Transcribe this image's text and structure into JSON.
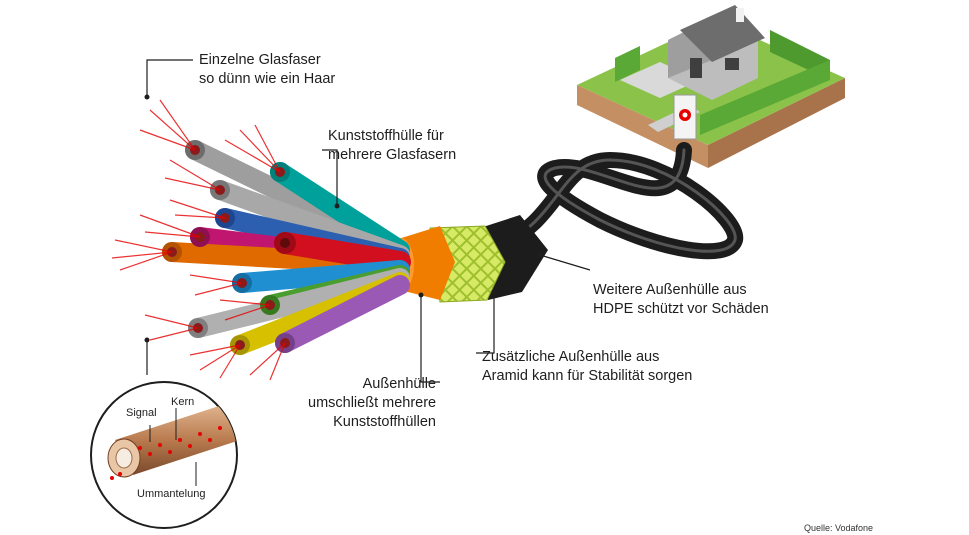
{
  "labels": {
    "glasfaser": {
      "line1": "Einzelne Glasfaser",
      "line2": "so dünn wie ein Haar"
    },
    "kunststoffhuelle": {
      "line1": "Kunststoffhülle für",
      "line2": "mehrere Glasfasern"
    },
    "hdpe": {
      "line1": "Weitere Außenhülle aus",
      "line2": "HDPE schützt vor Schäden"
    },
    "aramid": {
      "line1": "Zusätzliche Außenhülle aus",
      "line2": "Aramid kann für Stabilität sorgen"
    },
    "aussenhuelle": {
      "line1": "Außenhülle",
      "line2": "umschließt mehrere",
      "line3": "Kunststoffhüllen"
    }
  },
  "inset": {
    "signal": "Signal",
    "kern": "Kern",
    "ummantelung": "Ummantelung"
  },
  "source": "Quelle: Vodafone",
  "colors": {
    "accent": "#e60000",
    "orange": "#f07d00",
    "aramid": "#b5cf3a",
    "hdpe": "#222222",
    "lawn": "#7cb342"
  },
  "icons": {
    "house": "house-icon",
    "junction_box": "junction-box-icon"
  }
}
